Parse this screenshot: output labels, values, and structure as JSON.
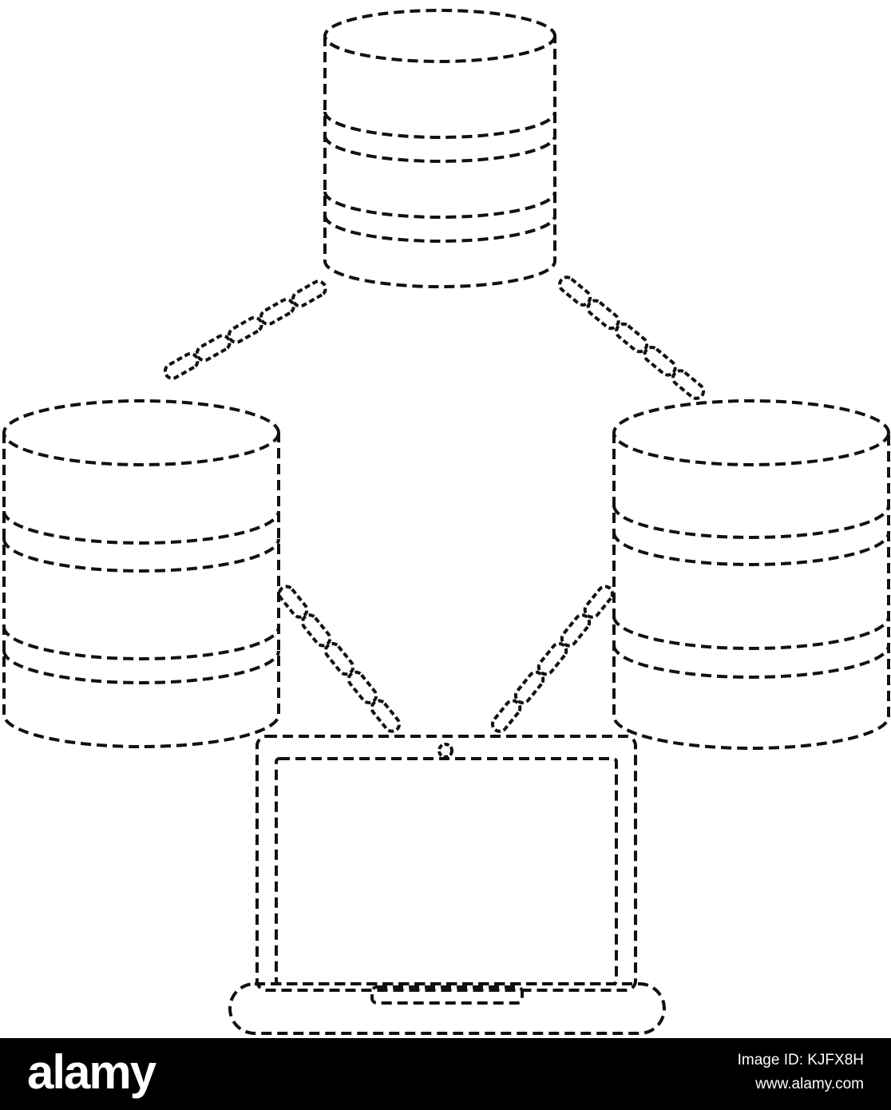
{
  "footer": {
    "logo_text": "alamy",
    "image_id": "Image ID: KJFX8H",
    "site": "www.alamy.com"
  },
  "colors": {
    "stroke": "#111111",
    "background": "#ffffff",
    "footer_bg": "#000000",
    "footer_text": "#ffffff"
  },
  "diagram": {
    "style": "dashed outline",
    "nodes": [
      {
        "id": "database-top",
        "icon": "database-icon"
      },
      {
        "id": "database-left",
        "icon": "database-icon"
      },
      {
        "id": "database-right",
        "icon": "database-icon"
      },
      {
        "id": "laptop",
        "icon": "laptop-icon"
      }
    ],
    "connections": [
      {
        "from": "database-top",
        "to": "database-left"
      },
      {
        "from": "database-top",
        "to": "database-right"
      },
      {
        "from": "database-left",
        "to": "laptop"
      },
      {
        "from": "database-right",
        "to": "laptop"
      }
    ]
  }
}
